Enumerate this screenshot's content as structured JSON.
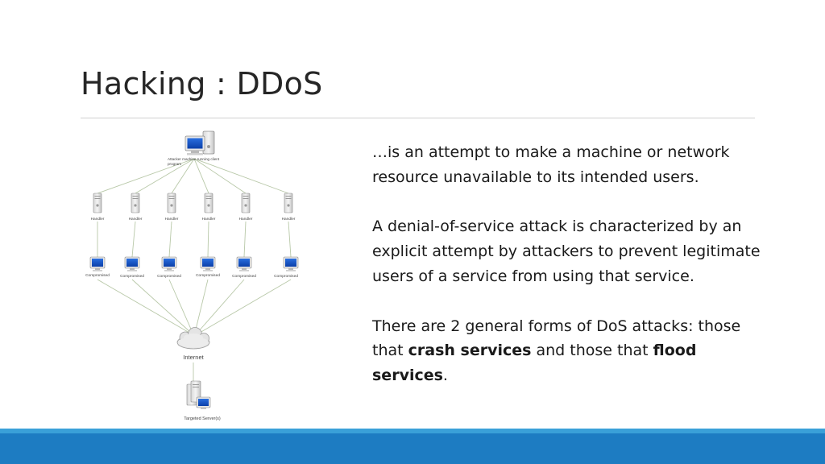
{
  "slide": {
    "title": "Hacking : DDoS",
    "paragraphs": {
      "p1": "…is an attempt to make a machine or network resource unavailable to its intended users.",
      "p2": "A denial-of-service attack is characterized by an explicit attempt by attackers to prevent legitimate users of a service from using that service.",
      "p3_a": "There are 2 general forms of DoS attacks: those that ",
      "p3_b": "crash services",
      "p3_c": " and those that ",
      "p3_d": "flood services",
      "p3_e": "."
    }
  },
  "diagram": {
    "attacker_label": "Attacker machine running client program",
    "attacker_label_line1": "Attacker machine running client",
    "attacker_label_line2": "program",
    "handler_label": "Handler",
    "compromised_label": "Compromised",
    "internet_label": "Internet",
    "target_label": "Targeted Server(s)"
  }
}
